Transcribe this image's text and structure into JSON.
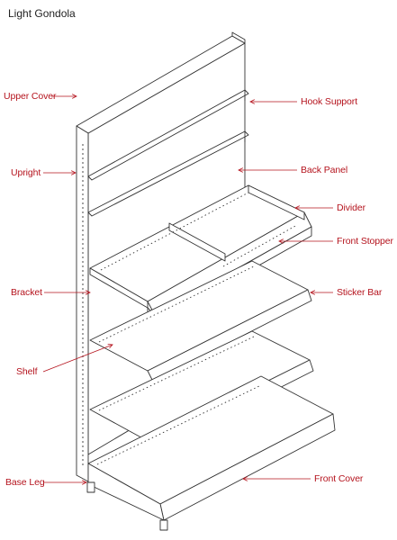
{
  "title": "Light Gondola",
  "labels": {
    "upper_cover": "Upper Cover",
    "hook_support": "Hook Support",
    "upright": "Upright",
    "back_panel": "Back Panel",
    "divider": "Divider",
    "front_stopper": "Front Stopper",
    "bracket": "Bracket",
    "sticker_bar": "Sticker Bar",
    "shelf": "Shelf",
    "base_leg": "Base Leg",
    "front_cover": "Front Cover"
  },
  "colors": {
    "label": "#b5141e",
    "line": "#333333",
    "arrow": "#b5141e"
  }
}
